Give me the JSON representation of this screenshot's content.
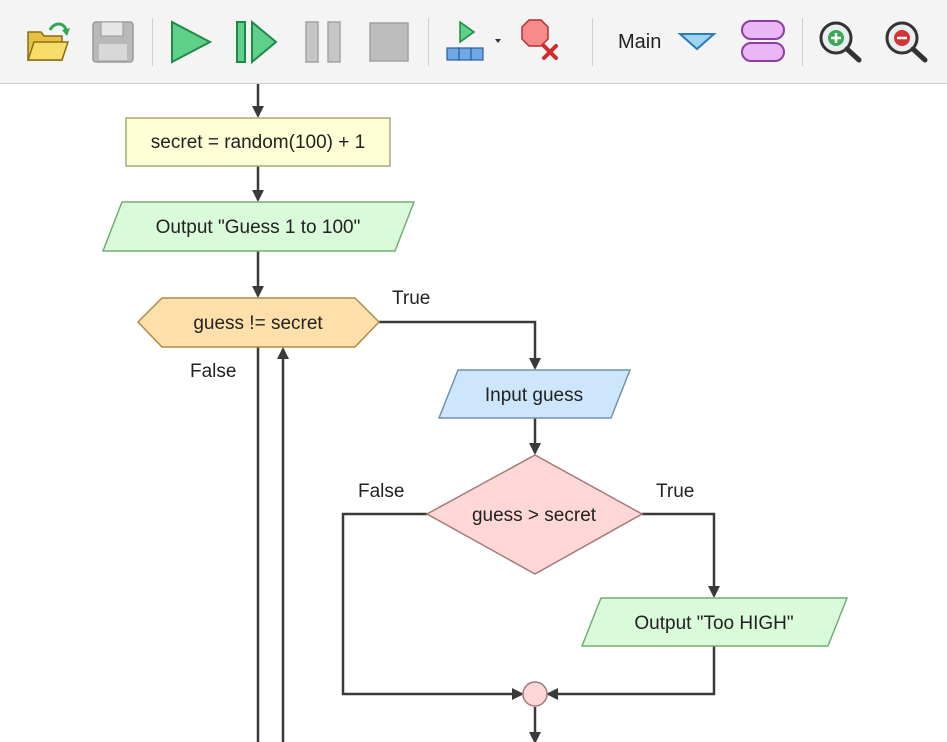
{
  "toolbar": {
    "open_icon": "folder-open-icon",
    "save_icon": "floppy-disk-icon",
    "run_icon": "play-icon",
    "step_icon": "step-icon",
    "pause_icon": "pause-icon",
    "stop_icon": "stop-icon",
    "add_block_icon": "add-block-icon",
    "clear_breakpoint_icon": "clear-breakpoint-icon",
    "function_label": "Main",
    "functions_icon": "function-shape-icon",
    "zoom_in_icon": "zoom-in-icon",
    "zoom_out_icon": "zoom-out-icon"
  },
  "flowchart": {
    "assign_text": "secret = random(100) + 1",
    "output_intro_text": "Output \"Guess 1 to 100\"",
    "loop_condition_text": "guess != secret",
    "loop_true_label": "True",
    "loop_false_label": "False",
    "input_text": "Input guess",
    "if_condition_text": "guess > secret",
    "if_false_label": "False",
    "if_true_label": "True",
    "output_high_text": "Output \"Too HIGH\""
  },
  "colors": {
    "assign_fill": "#ffffd6",
    "output_fill": "#d9fbd9",
    "loop_fill": "#ffe0aa",
    "input_fill": "#cde6fb",
    "if_fill": "#ffd7d7",
    "connector_fill": "#ffd7d7",
    "line": "#3a3a3a"
  }
}
